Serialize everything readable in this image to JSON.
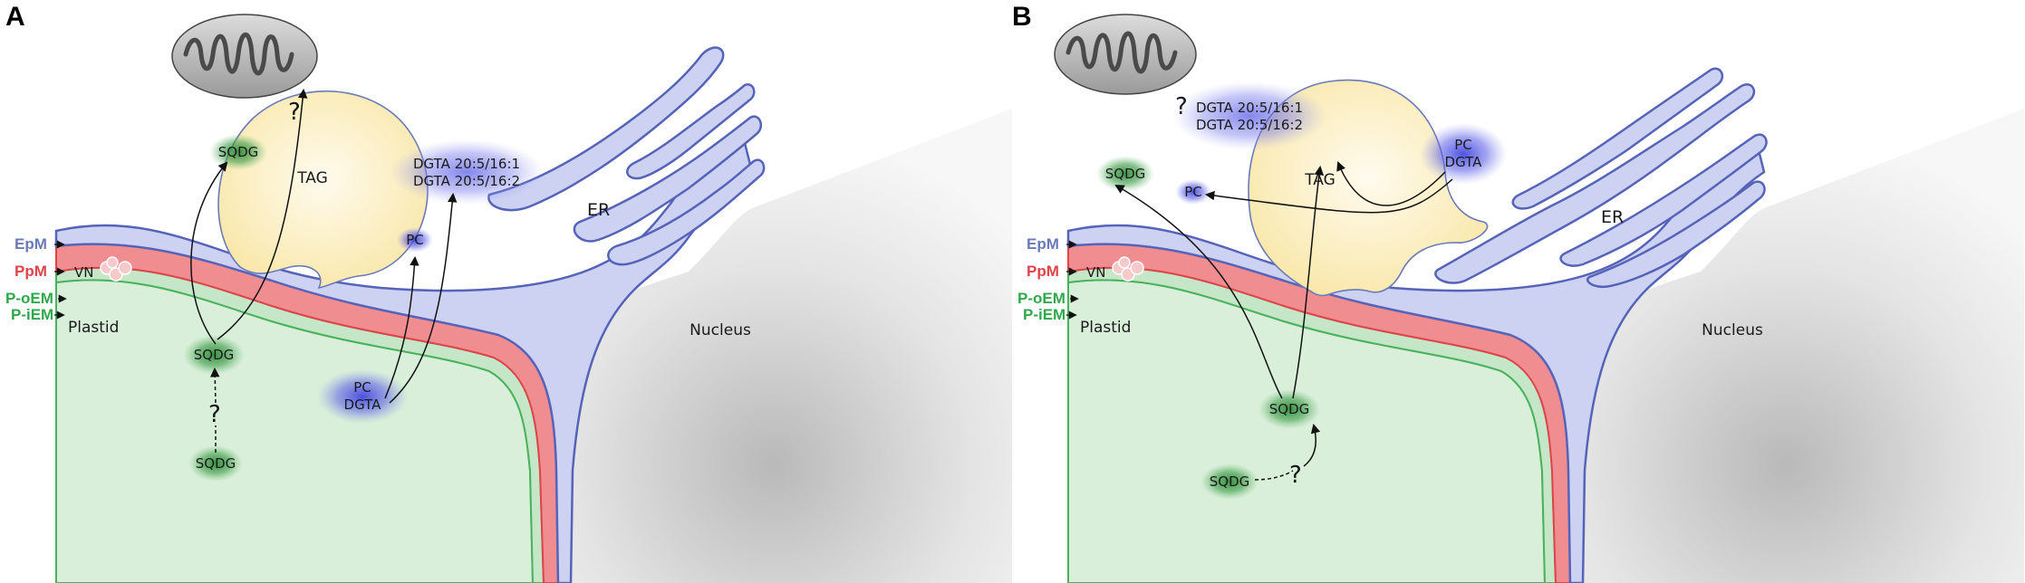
{
  "panels": [
    {
      "letter": "A",
      "side_labels": {
        "epm": "EpM",
        "ppm": "PpM",
        "poem": "P-oEM",
        "piem": "P-iEM"
      },
      "vn": "VN",
      "plastid": "Plastid",
      "nucleus": "Nucleus",
      "er": "ER",
      "tag": "TAG",
      "sqdg_top": "SQDG",
      "sqdg_mid": "SQDG",
      "sqdg_bottom": "SQDG",
      "pc_small": "PC",
      "pc_dgta": [
        "PC",
        "DGTA"
      ],
      "dgta_species": [
        "DGTA 20:5/16:1",
        "DGTA 20:5/16:2"
      ],
      "question": "?"
    },
    {
      "letter": "B",
      "side_labels": {
        "epm": "EpM",
        "ppm": "PpM",
        "poem": "P-oEM",
        "piem": "P-iEM"
      },
      "vn": "VN",
      "plastid": "Plastid",
      "nucleus": "Nucleus",
      "er": "ER",
      "tag": "TAG",
      "sqdg_top": "SQDG",
      "sqdg_mid": "SQDG",
      "sqdg_bottom": "SQDG",
      "pc_small": "PC",
      "pc_dgta": [
        "PC",
        "DGTA"
      ],
      "dgta_species": [
        "DGTA 20:5/16:1",
        "DGTA 20:5/16:2"
      ],
      "question": "?"
    }
  ],
  "colors": {
    "epm": "#6a7ab8",
    "ppm": "#e0434a",
    "poem": "#2ea84a",
    "piem": "#2ea84a",
    "er_fill": "#cdd2f3",
    "er_stroke": "#5563b8",
    "ppm_fill": "#f08a8e",
    "plastid_fill": "#d8eed8",
    "tag_fill": "#fbeec0",
    "sqdg_glow": "#2f8a3a",
    "pc_glow": "#4a50e0"
  }
}
